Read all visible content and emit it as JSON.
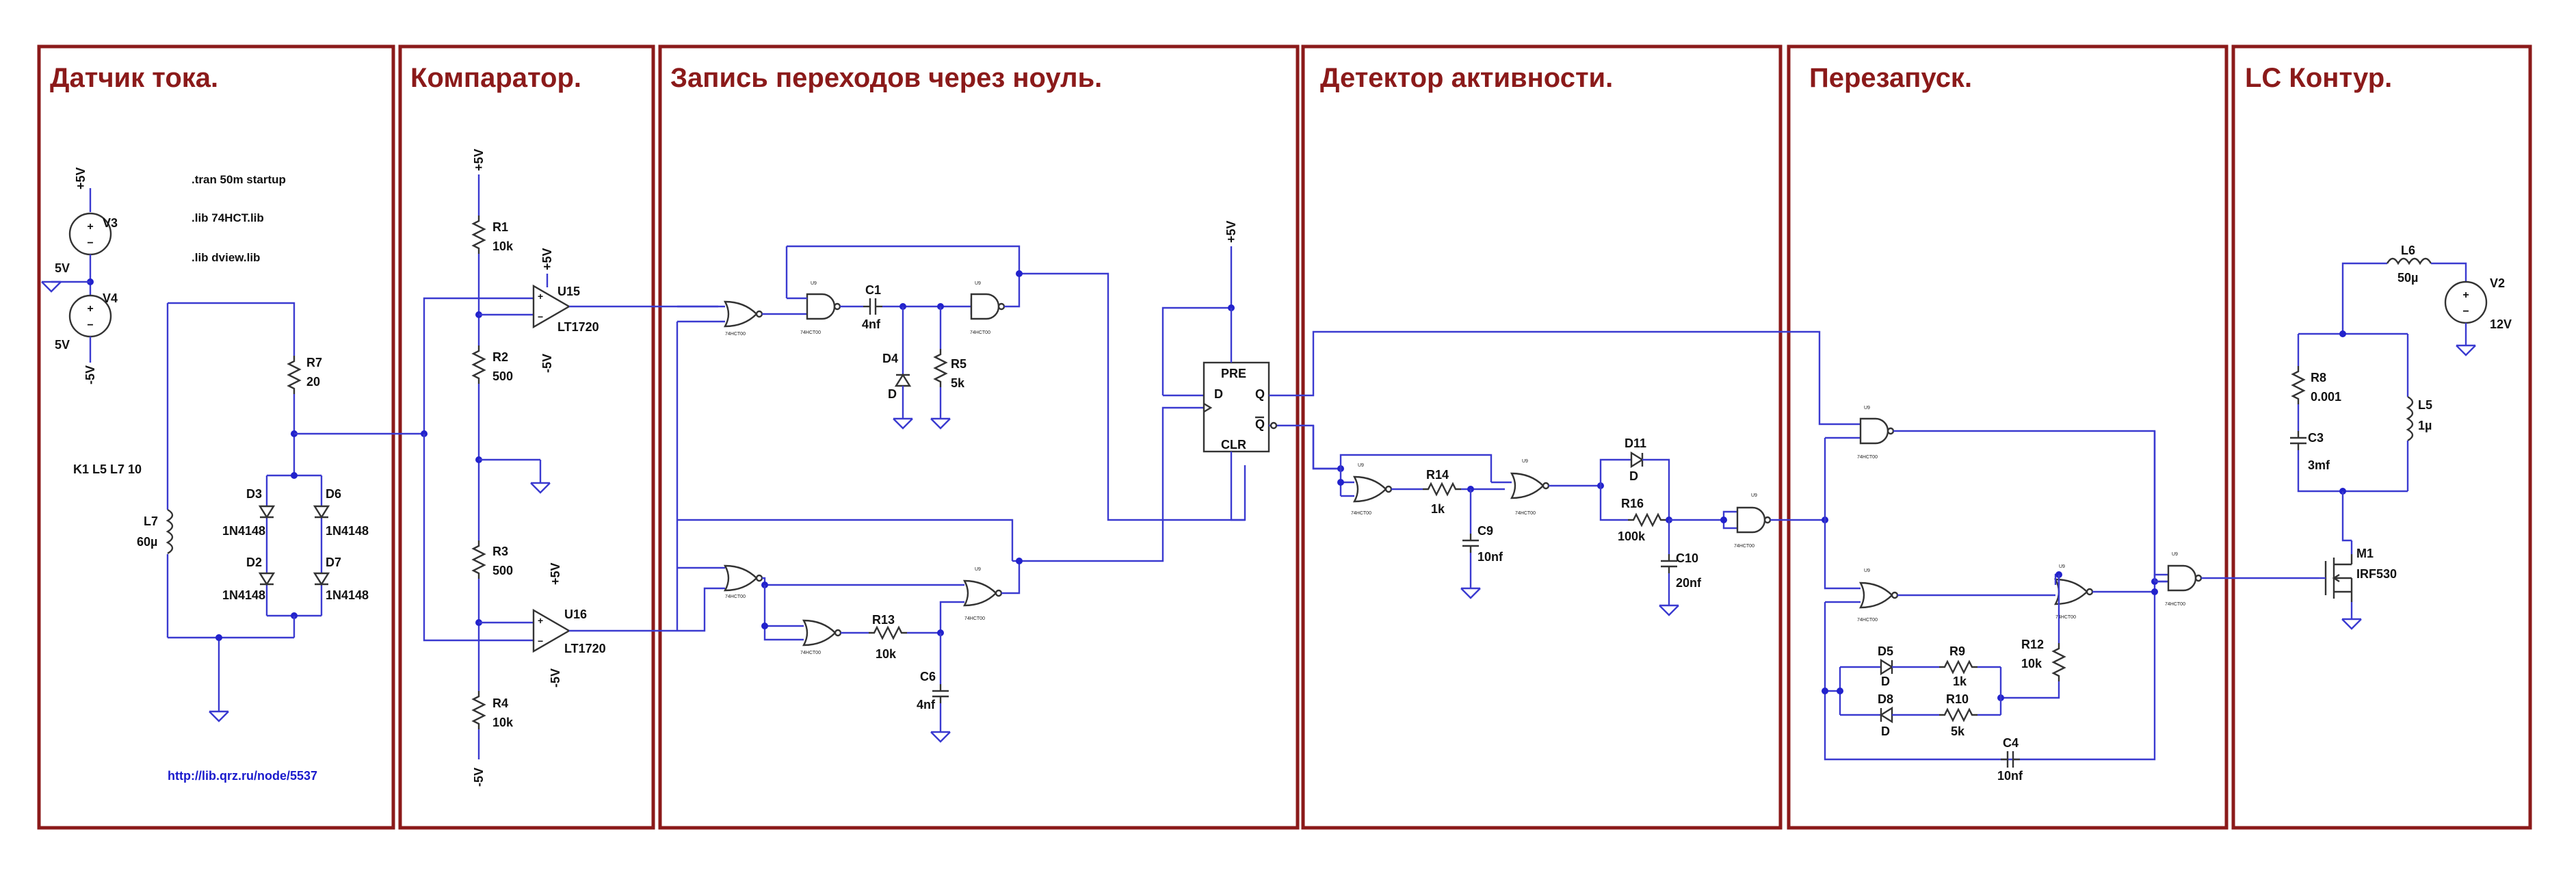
{
  "sections": [
    {
      "id": "sensor",
      "title": "Датчик тока."
    },
    {
      "id": "comparator",
      "title": "Компаратор."
    },
    {
      "id": "zero",
      "title": "Запись переходов через ноуль."
    },
    {
      "id": "activity",
      "title": "Детектор активности."
    },
    {
      "id": "restart",
      "title": "Перезапуск."
    },
    {
      "id": "lc",
      "title": "LC Контур."
    }
  ],
  "directives": {
    "tran": ".tran 50m startup",
    "lib1": ".lib 74HCT.lib",
    "lib2": ".lib dview.lib",
    "coupling": "K1 L5 L7 10",
    "url": "http://lib.qrz.ru/node/5537"
  },
  "labels": {
    "V3": "V3",
    "V3v": "5V",
    "V4": "V4",
    "V4v": "5V",
    "p5v": "+5V",
    "m5v": "-5V",
    "L7": "L7",
    "L7v": "60µ",
    "R7": "R7",
    "R7v": "20",
    "D3": "D3",
    "D6": "D6",
    "D2": "D2",
    "D7": "D7",
    "dtype": "1N4148",
    "R1": "R1",
    "R1v": "10k",
    "R2": "R2",
    "R2v": "500",
    "R3": "R3",
    "R3v": "500",
    "R4": "R4",
    "R4v": "10k",
    "U15": "U15",
    "U16": "U16",
    "LT": "LT1720",
    "C1": "C1",
    "C1v": "4nf",
    "D4": "D4",
    "Dv": "D",
    "R5": "R5",
    "R5v": "5k",
    "R13": "R13",
    "R13v": "10k",
    "C6": "C6",
    "C6v": "4nf",
    "PRE": "PRE",
    "CLR": "CLR",
    "D": "D",
    "Q": "Q",
    "Qb": "Q",
    "R14": "R14",
    "R14v": "1k",
    "C9": "C9",
    "C9v": "10nf",
    "D11": "D11",
    "R16": "R16",
    "R16v": "100k",
    "C10": "C10",
    "C10v": "20nf",
    "D5": "D5",
    "D8": "D8",
    "R9": "R9",
    "R9v": "1k",
    "R10": "R10",
    "R10v": "5k",
    "R12": "R12",
    "R12v": "10k",
    "C4": "C4",
    "C4v": "10nf",
    "L6": "L6",
    "L6v": "50µ",
    "V2": "V2",
    "V2v": "12V",
    "R8": "R8",
    "R8v": "0.001",
    "C3": "C3",
    "C3v": "3mf",
    "L5": "L5",
    "L5v": "1µ",
    "M1": "M1",
    "M1v": "IRF530",
    "gate": "74HCT00",
    "gatePin": "U9"
  }
}
